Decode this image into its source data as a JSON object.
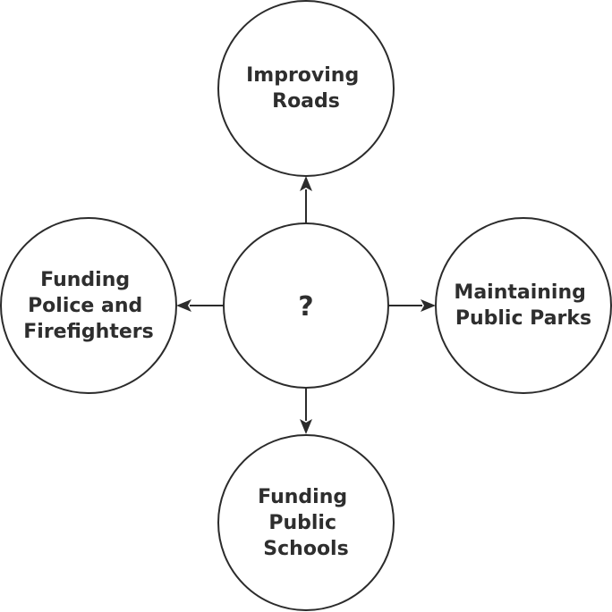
{
  "diagram": {
    "center": {
      "label": "?"
    },
    "nodes": [
      {
        "id": "top",
        "lines": [
          "Improving",
          "Roads"
        ]
      },
      {
        "id": "right",
        "lines": [
          "Maintaining",
          "Public Parks"
        ]
      },
      {
        "id": "bottom",
        "lines": [
          "Funding",
          "Public",
          "Schools"
        ]
      },
      {
        "id": "left",
        "lines": [
          "Funding",
          "Police and",
          "Firefighters"
        ]
      }
    ],
    "colors": {
      "stroke": "#2b2b2b",
      "text": "#2e2e2e",
      "background": "#ffffff"
    }
  }
}
